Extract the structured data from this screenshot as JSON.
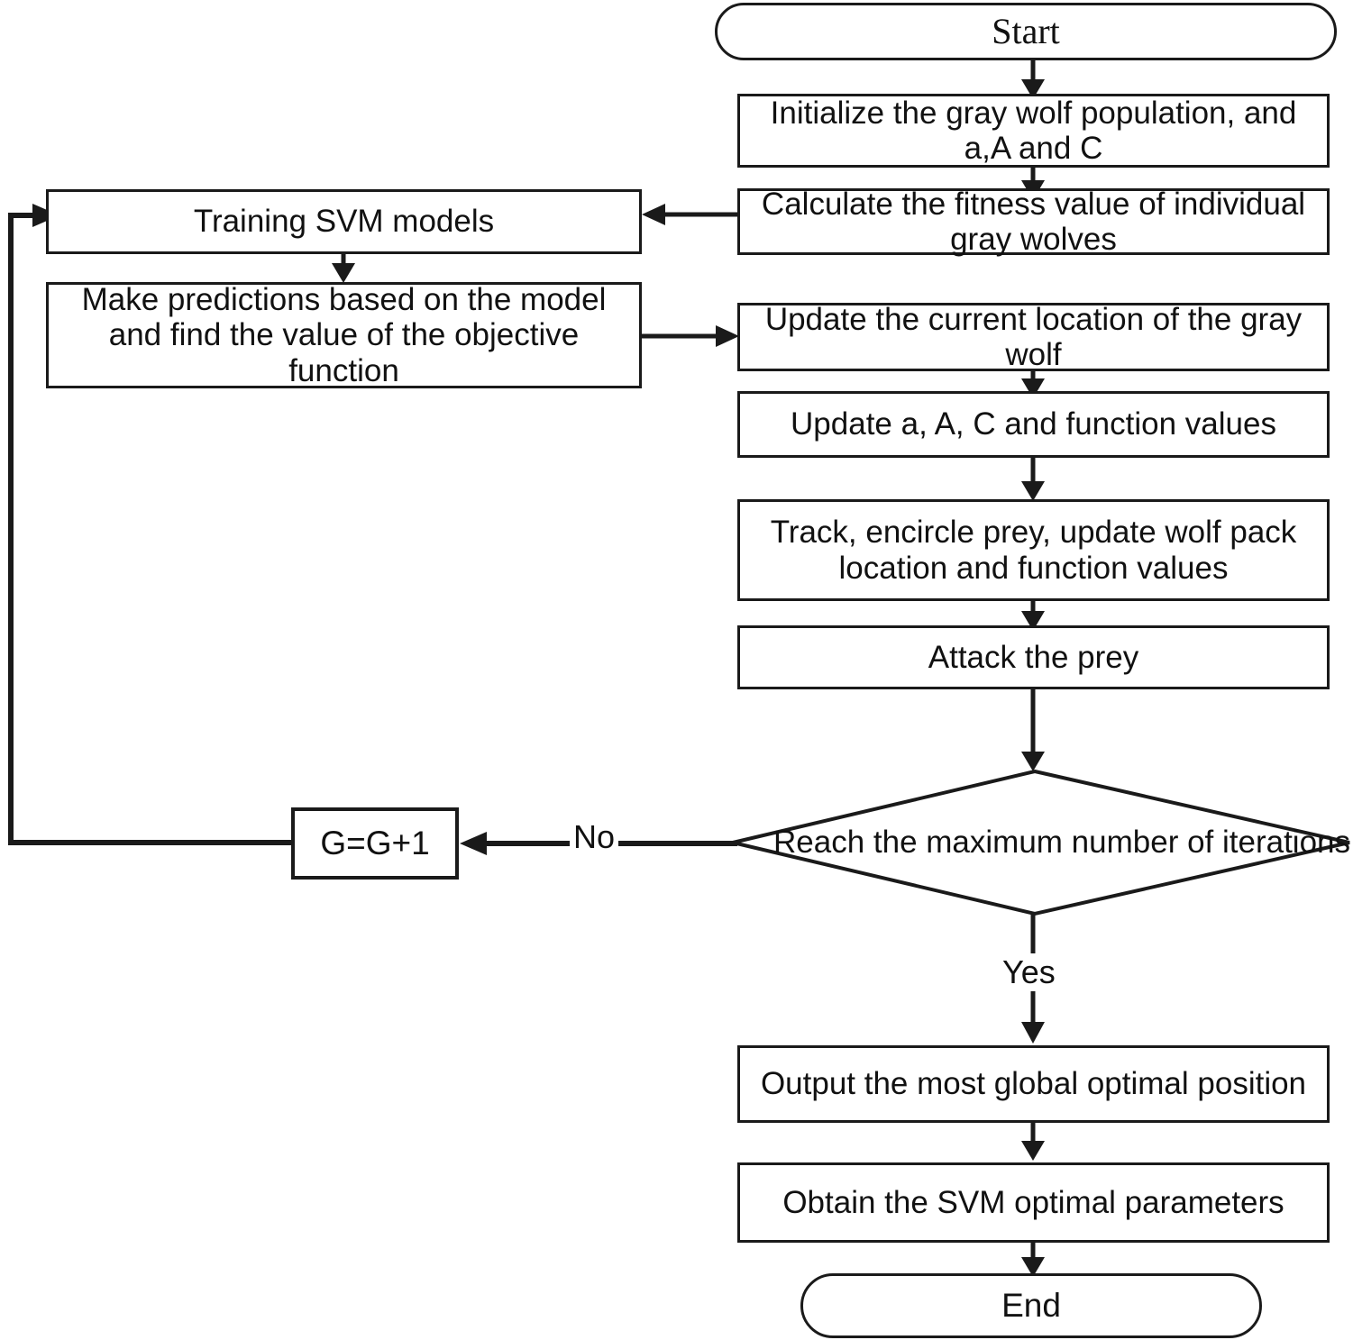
{
  "diagram": {
    "title": "GWO-SVM optimization flowchart",
    "stroke_color": "#1a1a1a",
    "text_color": "#111111",
    "background_color": "#ffffff"
  },
  "nodes": {
    "start": "Start",
    "initialize": "Initialize the gray wolf population, and a,A and C",
    "calculate_fitness": "Calculate the fitness value of individual gray wolves",
    "training_svm": "Training SVM models",
    "make_predictions": "Make predictions based on the model and find the value of the objective function",
    "update_location": "Update the current location of the gray wolf",
    "update_aac": "Update a, A, C and function values",
    "track_encircle": "Track, encircle prey, update wolf pack location and function values",
    "attack_prey": "Attack the prey",
    "decision": "Reach the maximum number of iterations",
    "increment": "G=G+1",
    "output_position": "Output the most global optimal position",
    "obtain_params": "Obtain the SVM optimal parameters",
    "end": "End"
  },
  "edge_labels": {
    "no": "No",
    "yes": "Yes"
  },
  "chart_data": {
    "type": "diagram",
    "flow": [
      {
        "from": "start",
        "to": "initialize",
        "label": ""
      },
      {
        "from": "initialize",
        "to": "calculate_fitness",
        "label": ""
      },
      {
        "from": "calculate_fitness",
        "to": "training_svm",
        "label": ""
      },
      {
        "from": "training_svm",
        "to": "make_predictions",
        "label": ""
      },
      {
        "from": "make_predictions",
        "to": "update_location",
        "label": ""
      },
      {
        "from": "update_location",
        "to": "update_aac",
        "label": ""
      },
      {
        "from": "update_aac",
        "to": "track_encircle",
        "label": ""
      },
      {
        "from": "track_encircle",
        "to": "attack_prey",
        "label": ""
      },
      {
        "from": "attack_prey",
        "to": "decision",
        "label": ""
      },
      {
        "from": "decision",
        "to": "increment",
        "label": "No"
      },
      {
        "from": "increment",
        "to": "training_svm",
        "label": ""
      },
      {
        "from": "decision",
        "to": "output_position",
        "label": "Yes"
      },
      {
        "from": "output_position",
        "to": "obtain_params",
        "label": ""
      },
      {
        "from": "obtain_params",
        "to": "end",
        "label": ""
      }
    ]
  }
}
